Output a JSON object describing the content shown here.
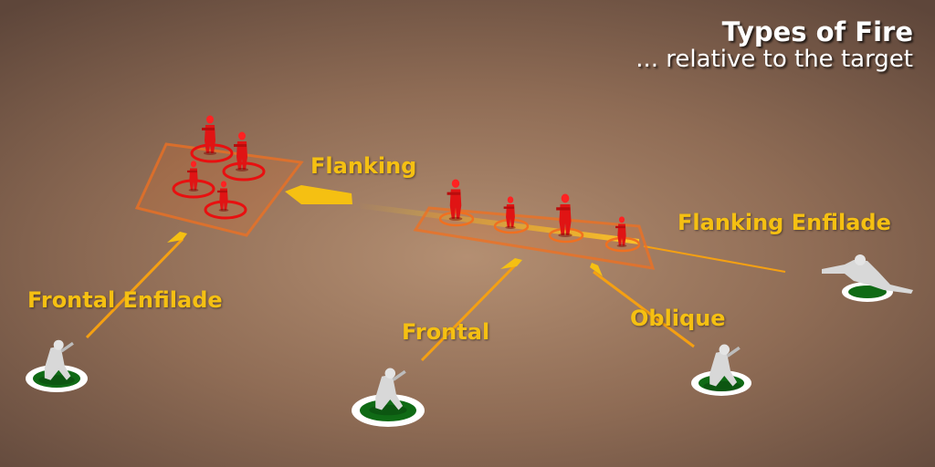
{
  "title": "Types of Fire",
  "subtitle": "... relative to the target",
  "fire_types": {
    "flanking": "Flanking",
    "flanking_enfilade": "Flanking Enfilade",
    "frontal_enfilade": "Frontal Enfilade",
    "frontal": "Frontal",
    "oblique": "Oblique"
  },
  "colors": {
    "label": "#f5c012",
    "enemy": "#e01414",
    "friendly": "#d8d8d8",
    "friendly_base": "#0f6a15",
    "formation_outline": "#f07020",
    "tracer": "#f5c012"
  }
}
